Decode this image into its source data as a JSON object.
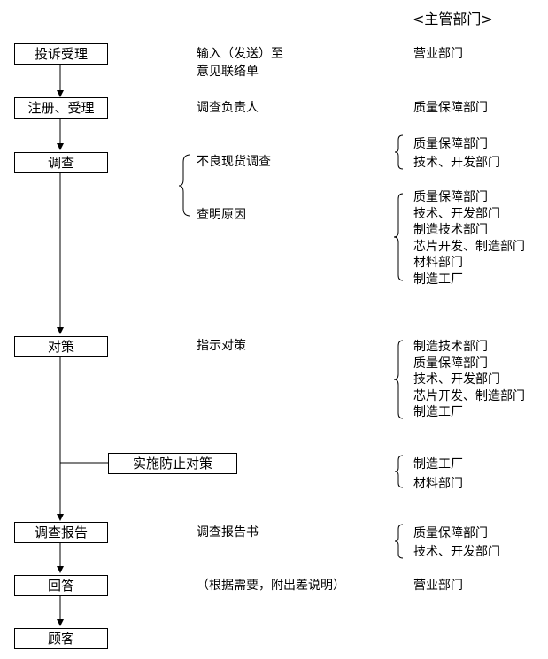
{
  "header": "<主管部门>",
  "steps": [
    "投诉受理",
    "注册、受理",
    "调查",
    "对策",
    "实施防止对策",
    "调查报告",
    "回答",
    "顾客"
  ],
  "actions": {
    "input_line1": "输入（发送）至",
    "input_line2": "意见联络单",
    "register": "调查负责人",
    "defect": "不良现货调查",
    "cause": "查明原因",
    "countermeasure": "指示对策",
    "report": "调查报告书",
    "answer": "（根据需要，附出差说明）"
  },
  "departments": {
    "complaint": [
      "营业部门"
    ],
    "register": [
      "质量保障部门"
    ],
    "defect": [
      "质量保障部门",
      "技术、开发部门"
    ],
    "cause": [
      "质量保障部门",
      "技术、开发部门",
      "制造技术部门",
      "芯片开发、制造部门",
      "材料部门",
      "制造工厂"
    ],
    "countermeasure": [
      "制造技术部门",
      "质量保障部门",
      "技术、开发部门",
      "芯片开发、制造部门",
      "制造工厂"
    ],
    "prevention": [
      "制造工厂",
      "材料部门"
    ],
    "report": [
      "质量保障部门",
      "技术、开发部门"
    ],
    "answer": [
      "营业部门"
    ]
  }
}
